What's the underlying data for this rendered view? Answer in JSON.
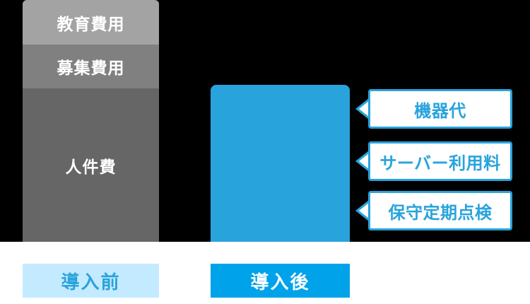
{
  "colors": {
    "backdrop": "#000000",
    "segment_light": "#a3a3a3",
    "segment_mid": "#808080",
    "segment_dark": "#666666",
    "accent_blue": "#29a3dc",
    "chip_blue_solid": "#00a3e9",
    "chip_blue_light": "#c4eaff",
    "callout_fill": "#ffffff"
  },
  "chart_data": {
    "type": "bar",
    "title": "",
    "xlabel": "",
    "ylabel": "",
    "categories": [
      "導入前",
      "導入後"
    ],
    "series": [
      {
        "name": "導入前",
        "stacked_segments": [
          {
            "label": "教育費用",
            "value": 63
          },
          {
            "label": "募集費用",
            "value": 62
          },
          {
            "label": "人件費",
            "value": 217
          }
        ],
        "total": 342
      },
      {
        "name": "導入後",
        "stacked_segments": [
          {
            "label": "機器代",
            "value": 0
          },
          {
            "label": "サーバー利用料",
            "value": 0
          },
          {
            "label": "保守定期点検",
            "value": 0
          }
        ],
        "total": 222
      }
    ],
    "grid": false,
    "legend_position": "bottom"
  },
  "bar_before": {
    "segments": [
      {
        "label": "教育費用"
      },
      {
        "label": "募集費用"
      },
      {
        "label": "人件費"
      }
    ]
  },
  "bar_after": {
    "callouts": [
      {
        "label": "機器代"
      },
      {
        "label": "サーバー利用料"
      },
      {
        "label": "保守定期点検"
      }
    ]
  },
  "axis_labels": {
    "before": "導入前",
    "after": "導入後"
  }
}
